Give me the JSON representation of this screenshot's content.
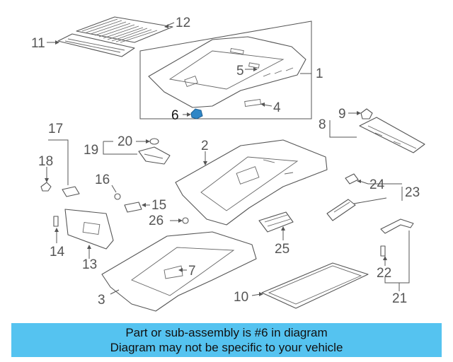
{
  "diagram": {
    "callouts": [
      "1",
      "2",
      "3",
      "4",
      "5",
      "6",
      "7",
      "8",
      "9",
      "10",
      "11",
      "12",
      "13",
      "14",
      "15",
      "16",
      "17",
      "18",
      "19",
      "20",
      "21",
      "22",
      "23",
      "24",
      "25",
      "26"
    ],
    "highlighted_part": "6",
    "highlight_color": "#2f86c6"
  },
  "banner": {
    "line1": "Part or sub-assembly is #6 in diagram",
    "line2": "Diagram may not be specific to your vehicle",
    "background": "#55c3f0"
  }
}
